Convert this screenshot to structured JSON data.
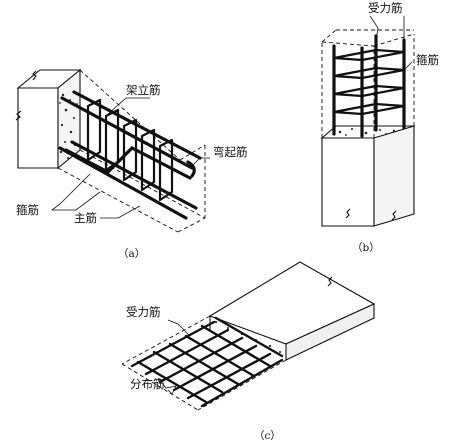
{
  "beam": {
    "label_erect_bar": "架立筋",
    "label_bent_bar": "弯起筋",
    "label_stirrup": "箍筋",
    "label_main_bar": "主筋",
    "caption": "（a）"
  },
  "column": {
    "label_stress_bar": "受力筋",
    "label_stirrup": "箍筋",
    "caption": "（b）"
  },
  "slab": {
    "label_stress_bar": "受力筋",
    "label_distribution_bar": "分布筋",
    "caption": "（c）"
  }
}
